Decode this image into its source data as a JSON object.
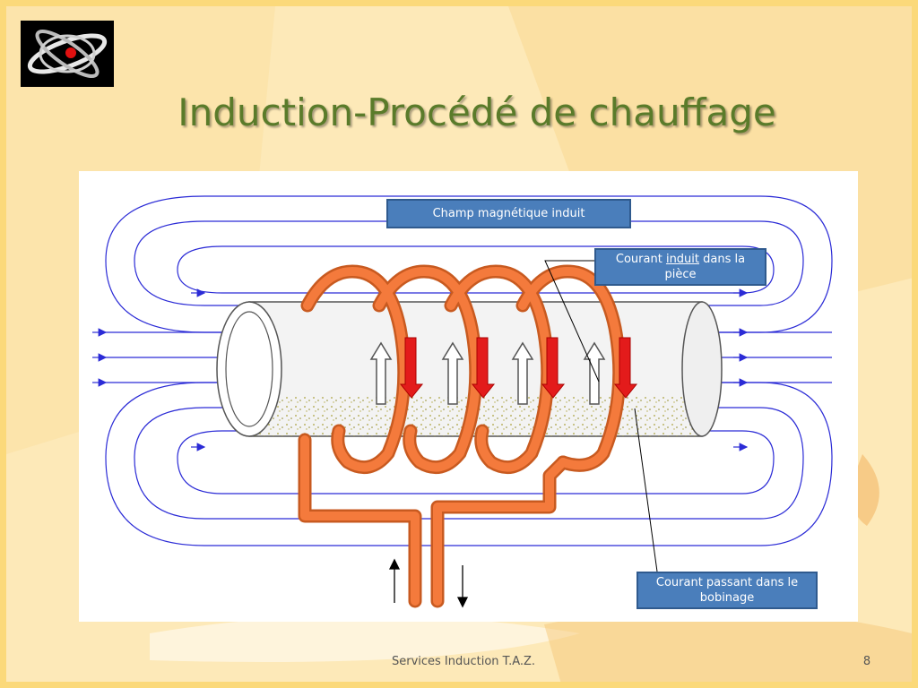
{
  "slide": {
    "title": "Induction-Procédé de chauffage",
    "footer": "Services Induction T.A.Z.",
    "page_number": "8"
  },
  "diagram": {
    "label_field": "Champ magnétique induit",
    "label_induced_prefix": "Courant ",
    "label_induced_underlined": "induit",
    "label_induced_suffix": " dans la",
    "label_induced_line2": "pièce",
    "label_coil_line1": "Courant passant dans le",
    "label_coil_line2": "bobinage"
  },
  "colors": {
    "field_lines": "#2b2bd6",
    "coil": "#f47a3c",
    "coil_outline": "#c85a20",
    "current_arrow": "#e31b1b",
    "label_box": "#4a7ebb",
    "title": "#5a7b2a"
  },
  "icons": {
    "logo": "atom-logo-icon"
  }
}
